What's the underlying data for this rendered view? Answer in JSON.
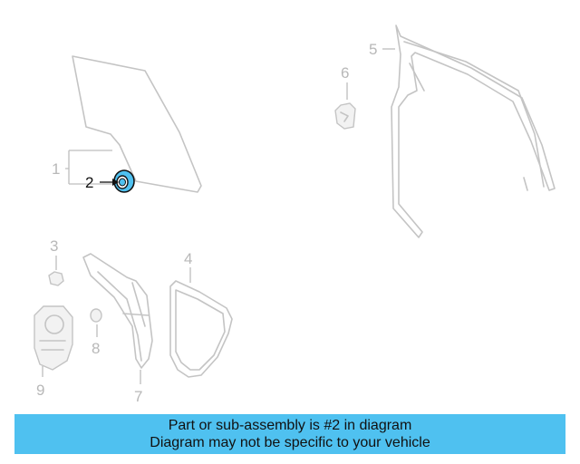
{
  "diagram": {
    "highlighted_callout": "2",
    "callouts": {
      "c1": "1",
      "c2": "2",
      "c3": "3",
      "c4": "4",
      "c5": "5",
      "c6": "6",
      "c7": "7",
      "c8": "8",
      "c9": "9"
    },
    "colors": {
      "highlight_part": "#4fc1f0",
      "faded_part": "#c4c4c4",
      "active_callout": "#111111",
      "faded_callout": "#b8b8b8"
    }
  },
  "banner": {
    "line1": "Part or sub-assembly is #2 in diagram",
    "line2": "Diagram may not be specific to your vehicle",
    "background": "#4fc1f0"
  }
}
